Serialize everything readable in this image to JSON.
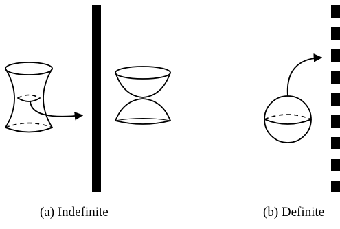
{
  "figure": {
    "captions": {
      "a": "(a)  Indefinite",
      "b": "(b)  Definite"
    },
    "colors": {
      "ink": "#000000",
      "background": "#ffffff"
    },
    "panels": [
      {
        "id": "a",
        "wall": "solid",
        "left_shape": "hyperboloid-one-sheet-icon",
        "right_shape": "hyperboloid-two-sheets-icon"
      },
      {
        "id": "b",
        "wall": "dashed",
        "left_shape": "sphere-icon"
      }
    ]
  }
}
